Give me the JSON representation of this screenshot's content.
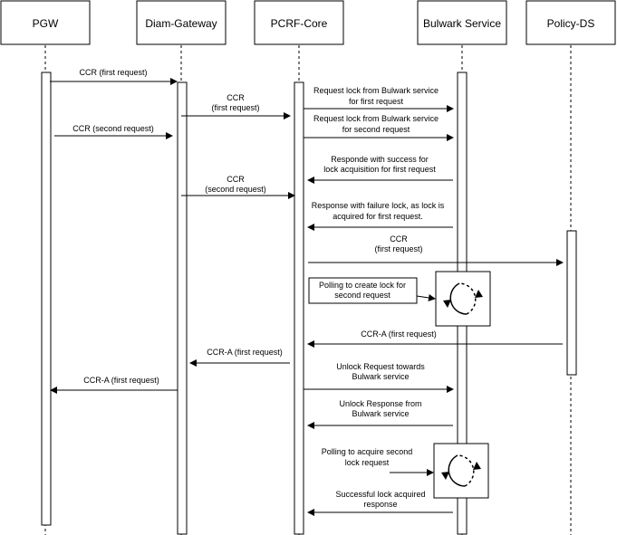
{
  "participants": [
    {
      "id": "pgw",
      "name": "PGW"
    },
    {
      "id": "diam",
      "name": "Diam-Gateway"
    },
    {
      "id": "pcrf",
      "name": "PCRF-Core"
    },
    {
      "id": "bulwark",
      "name": "Bulwark Service"
    },
    {
      "id": "policy",
      "name": "Policy-DS"
    }
  ],
  "messages": [
    {
      "id": "m1",
      "from": "pgw",
      "to": "diam",
      "lines": [
        "CCR (first request)"
      ]
    },
    {
      "id": "m2",
      "from": "diam",
      "to": "pcrf",
      "lines": [
        "CCR",
        "(first request)"
      ]
    },
    {
      "id": "m3",
      "from": "pcrf",
      "to": "bulwark",
      "lines": [
        "Request lock from Bulwark service",
        "for first request"
      ]
    },
    {
      "id": "m4",
      "from": "pgw",
      "to": "diam",
      "lines": [
        "CCR (second request)"
      ]
    },
    {
      "id": "m5",
      "from": "pcrf",
      "to": "bulwark",
      "lines": [
        "Request lock from Bulwark service",
        "for second request"
      ]
    },
    {
      "id": "m6",
      "from": "bulwark",
      "to": "pcrf",
      "lines": [
        "Responde with success for",
        "lock acquisition for first request"
      ]
    },
    {
      "id": "m7",
      "from": "diam",
      "to": "pcrf",
      "lines": [
        "CCR",
        "(second request)"
      ]
    },
    {
      "id": "m8",
      "from": "bulwark",
      "to": "pcrf",
      "lines": [
        "Response with failure lock, as lock is",
        "acquired for first request."
      ]
    },
    {
      "id": "m9",
      "from": "pcrf",
      "to": "policy",
      "lines": [
        "CCR",
        "(first request)"
      ]
    },
    {
      "id": "m10",
      "from": "policy",
      "to": "pcrf",
      "lines": [
        "CCR-A (first request)"
      ]
    },
    {
      "id": "m11",
      "from": "pcrf",
      "to": "diam",
      "lines": [
        "CCR-A (first request)"
      ]
    },
    {
      "id": "m12",
      "from": "pcrf",
      "to": "bulwark",
      "lines": [
        "Unlock Request towards",
        "Bulwark service"
      ]
    },
    {
      "id": "m13",
      "from": "diam",
      "to": "pgw",
      "lines": [
        "CCR-A (first request)"
      ]
    },
    {
      "id": "m14",
      "from": "bulwark",
      "to": "pcrf",
      "lines": [
        "Unlock Response from",
        "Bulwark service"
      ]
    },
    {
      "id": "m15",
      "from": "bulwark",
      "to": "pcrf",
      "lines": [
        "Successful lock acquired",
        "response"
      ]
    }
  ],
  "notes": [
    {
      "id": "n1",
      "lines": [
        "Polling to create lock for",
        "second request"
      ]
    },
    {
      "id": "n2",
      "lines": [
        "Polling to acquire second",
        "lock request"
      ]
    }
  ],
  "icons": [
    "refresh-icon",
    "refresh-icon"
  ]
}
